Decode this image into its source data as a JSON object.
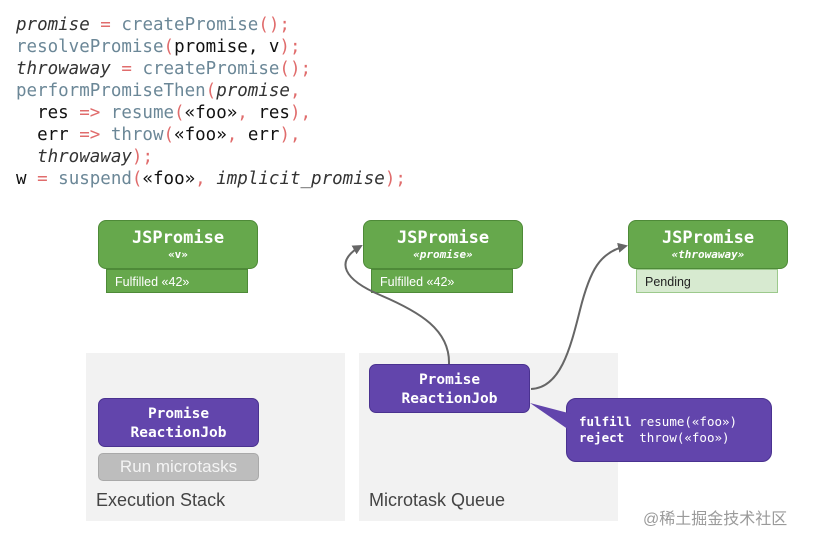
{
  "code": {
    "lines": [
      [
        {
          "t": "promise",
          "c": "ivar"
        },
        {
          "t": " = ",
          "c": "op"
        },
        {
          "t": "createPromise",
          "c": "fn"
        },
        {
          "t": "();",
          "c": "op"
        }
      ],
      [
        {
          "t": "resolvePromise",
          "c": "fn"
        },
        {
          "t": "(",
          "c": "op"
        },
        {
          "t": "promise, v",
          "c": "var"
        },
        {
          "t": ");",
          "c": "op"
        }
      ],
      [
        {
          "t": "throwaway",
          "c": "ivar"
        },
        {
          "t": " = ",
          "c": "op"
        },
        {
          "t": "createPromise",
          "c": "fn"
        },
        {
          "t": "();",
          "c": "op"
        }
      ],
      [
        {
          "t": "performPromiseThen",
          "c": "fn"
        },
        {
          "t": "(",
          "c": "op"
        },
        {
          "t": "promise",
          "c": "ivar"
        },
        {
          "t": ",",
          "c": "op"
        }
      ],
      [
        {
          "t": "  res ",
          "c": "var"
        },
        {
          "t": "=> ",
          "c": "op"
        },
        {
          "t": "resume",
          "c": "fn"
        },
        {
          "t": "(",
          "c": "op"
        },
        {
          "t": "«foo»",
          "c": "str"
        },
        {
          "t": ", ",
          "c": "op"
        },
        {
          "t": "res",
          "c": "var"
        },
        {
          "t": "),",
          "c": "op"
        }
      ],
      [
        {
          "t": "  err ",
          "c": "var"
        },
        {
          "t": "=> ",
          "c": "op"
        },
        {
          "t": "throw",
          "c": "fn"
        },
        {
          "t": "(",
          "c": "op"
        },
        {
          "t": "«foo»",
          "c": "str"
        },
        {
          "t": ", ",
          "c": "op"
        },
        {
          "t": "err",
          "c": "var"
        },
        {
          "t": "),",
          "c": "op"
        }
      ],
      [
        {
          "t": "  throwaway",
          "c": "ivar"
        },
        {
          "t": ");",
          "c": "op"
        }
      ],
      [
        {
          "t": "w",
          "c": "var"
        },
        {
          "t": " = ",
          "c": "op"
        },
        {
          "t": "suspend",
          "c": "fn"
        },
        {
          "t": "(",
          "c": "op"
        },
        {
          "t": "«foo»",
          "c": "str"
        },
        {
          "t": ", ",
          "c": "op"
        },
        {
          "t": "implicit_promise",
          "c": "ivar"
        },
        {
          "t": ");",
          "c": "op"
        }
      ]
    ]
  },
  "promises": [
    {
      "title": "JSPromise",
      "name": "«v»",
      "state": "Fulfilled «42»",
      "status": "fulfilled"
    },
    {
      "title": "JSPromise",
      "name": "«promise»",
      "state": "Fulfilled «42»",
      "status": "fulfilled"
    },
    {
      "title": "JSPromise",
      "name": "«throwaway»",
      "state": "Pending",
      "status": "pending"
    }
  ],
  "execution_stack": {
    "label": "Execution Stack",
    "job_line1": "Promise",
    "job_line2": "ReactionJob",
    "run_label": "Run microtasks"
  },
  "microtask_queue": {
    "label": "Microtask Queue",
    "job_line1": "Promise",
    "job_line2": "ReactionJob"
  },
  "reaction_bubble": {
    "fulfill_key": "fulfill",
    "fulfill_value": "resume(«foo»)",
    "reject_key": "reject",
    "reject_value": "throw(«foo»)"
  },
  "watermark": "@稀土掘金技术社区",
  "colors": {
    "promise_green": "#66a84c",
    "pending_green": "#d7ead0",
    "job_purple": "#6245ac",
    "panel_gray": "#f2f2f2",
    "arrow_gray": "#666666"
  }
}
